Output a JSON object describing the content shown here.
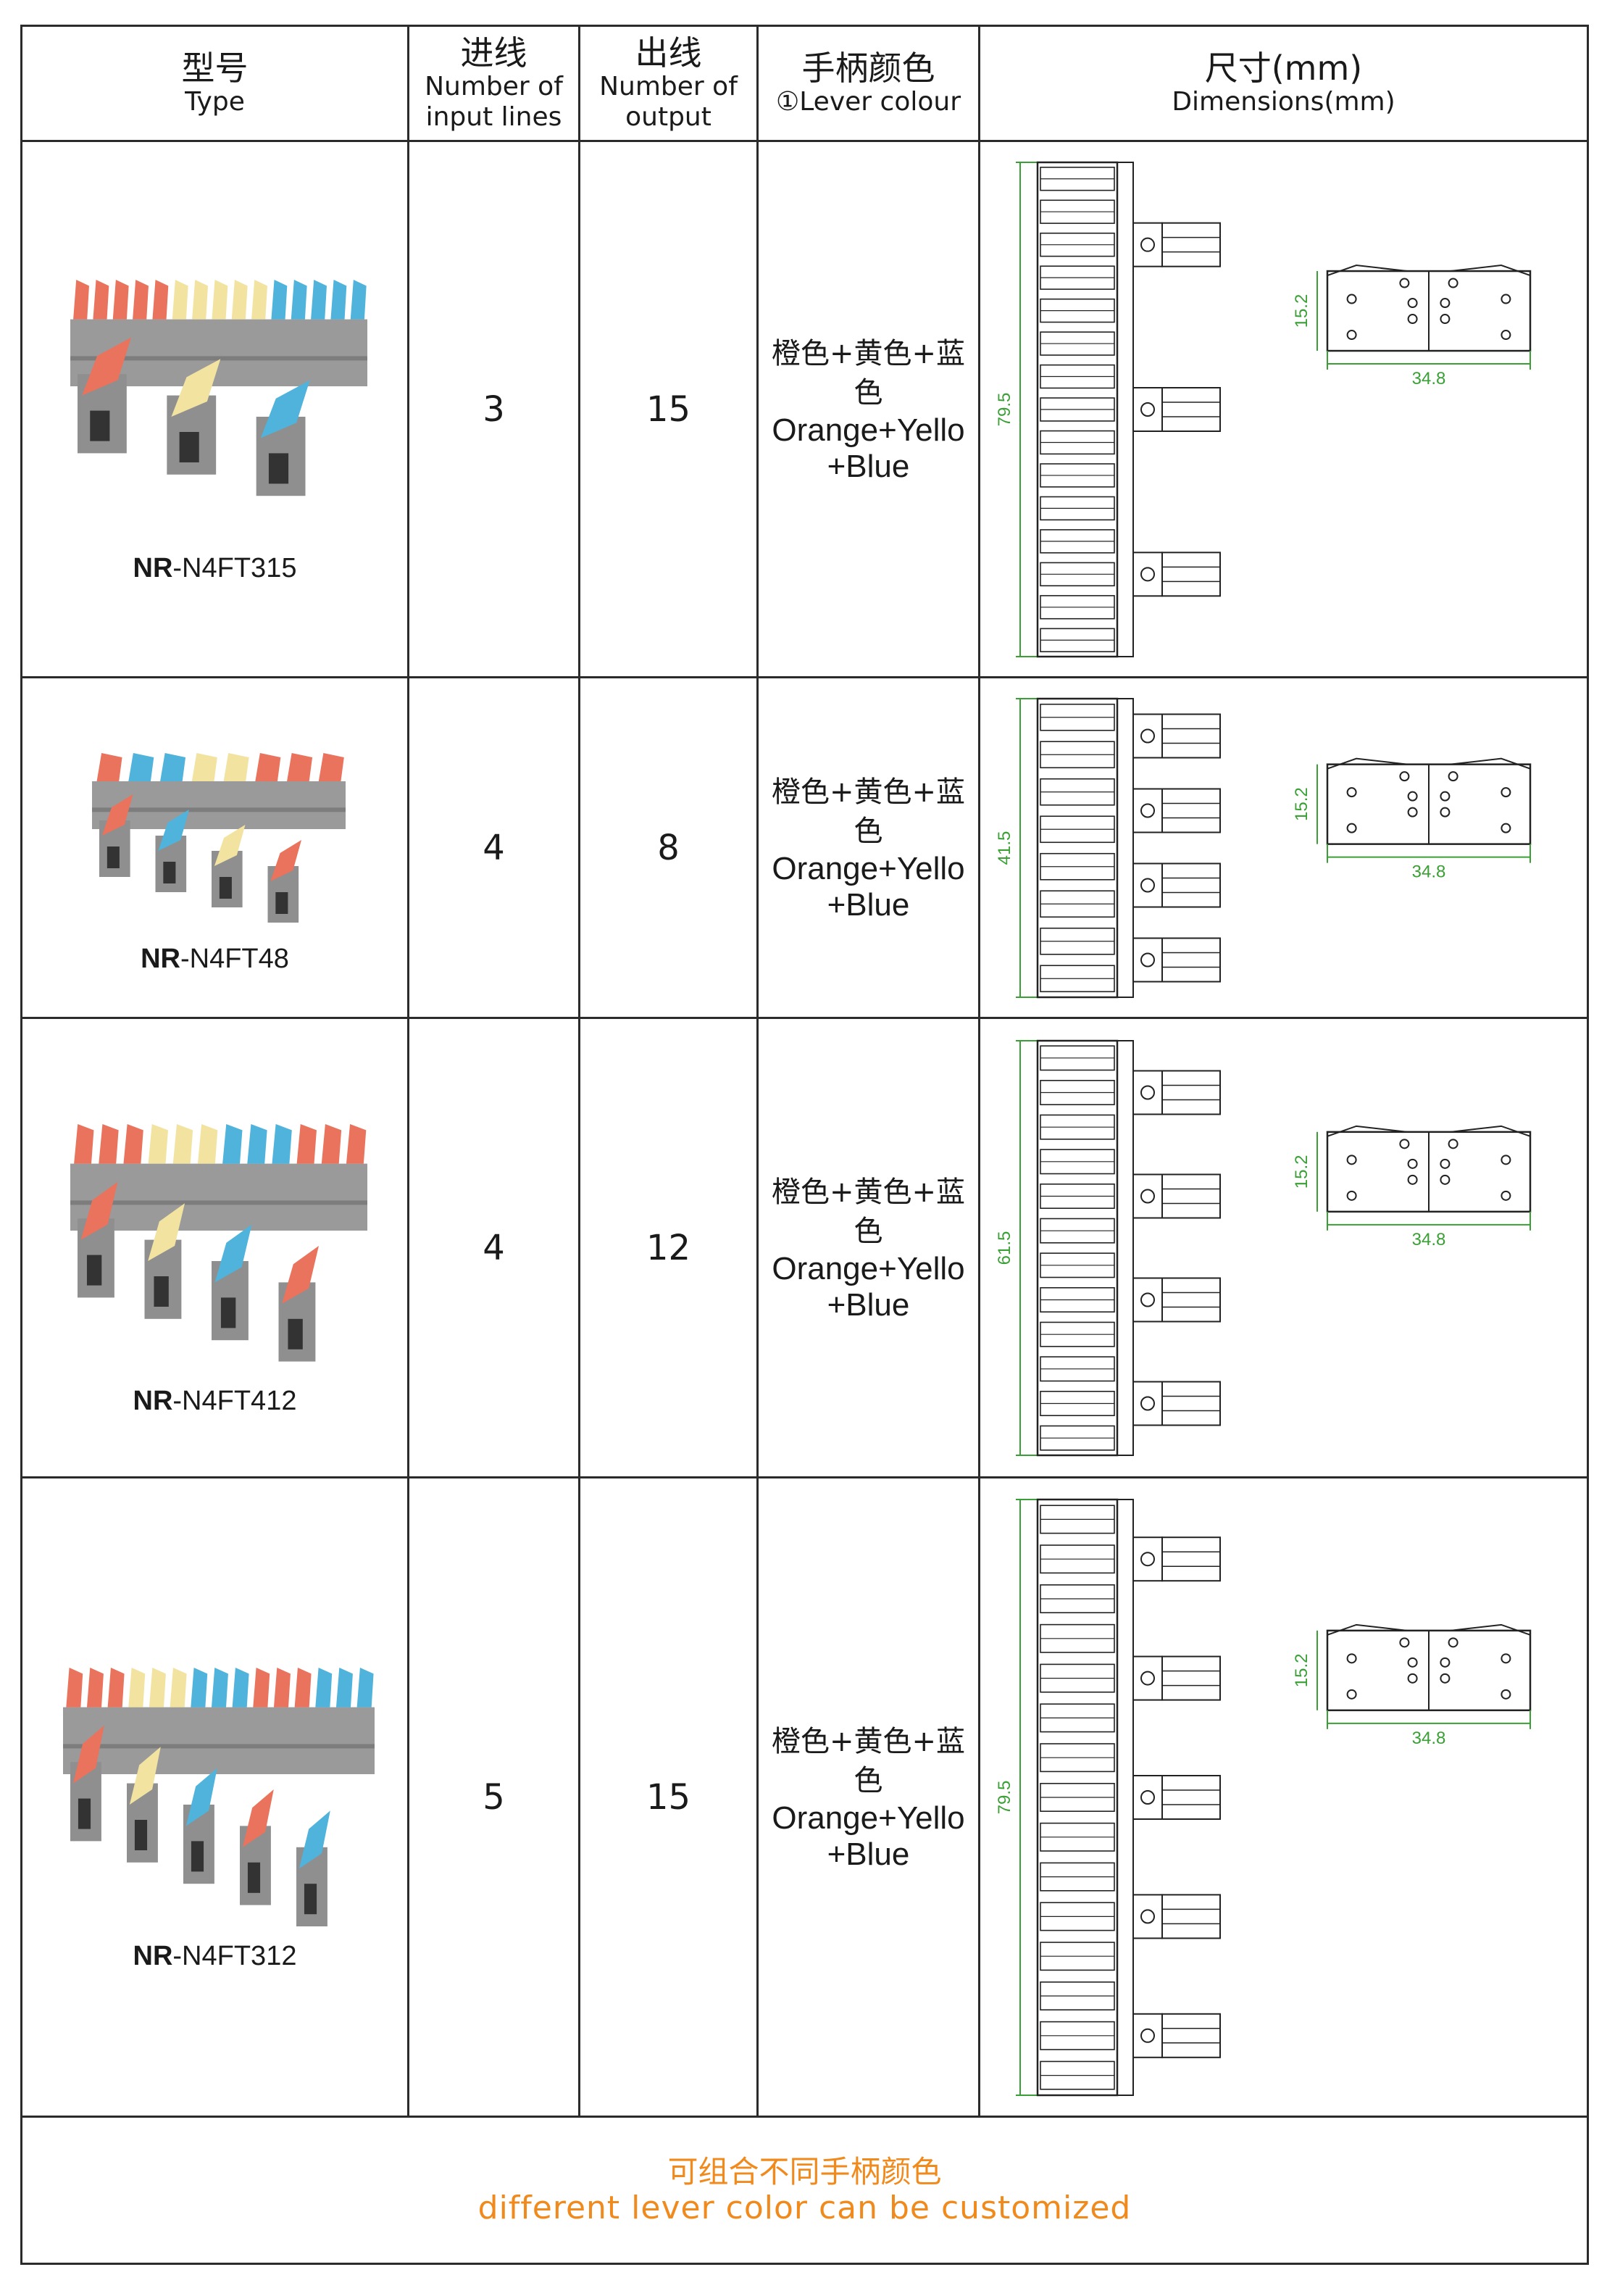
{
  "header": {
    "type_cn": "型号",
    "type_en": "Type",
    "input_cn": "进线",
    "input_en1": "Number of",
    "input_en2": "input lines",
    "output_cn": "出线",
    "output_en1": "Number of",
    "output_en2": "output",
    "lever_cn": "手柄颜色",
    "lever_en": "①Lever colour",
    "dim_cn": "尺寸(mm)",
    "dim_en": "Dimensions(mm)"
  },
  "rows": [
    {
      "model_prefix": "NR",
      "model_suffix": "-N4FT315",
      "inputs": "3",
      "outputs": "15",
      "lever_cn": "橙色+黄色+蓝色",
      "lever_en1": "Orange+Yello",
      "lever_en2": "+Blue",
      "dim_length": "79.5",
      "dim_height": "15.2",
      "dim_width": "34.8",
      "lever_colors": [
        "#e9735d",
        "#f2e3a1",
        "#4fb3dc"
      ]
    },
    {
      "model_prefix": "NR",
      "model_suffix": "-N4FT48",
      "inputs": "4",
      "outputs": "8",
      "lever_cn": "橙色+黄色+蓝色",
      "lever_en1": "Orange+Yello",
      "lever_en2": "+Blue",
      "dim_length": "41.5",
      "dim_height": "15.2",
      "dim_width": "34.8",
      "lever_colors": [
        "#e9735d",
        "#f2e3a1",
        "#4fb3dc"
      ]
    },
    {
      "model_prefix": "NR",
      "model_suffix": "-N4FT412",
      "inputs": "4",
      "outputs": "12",
      "lever_cn": "橙色+黄色+蓝色",
      "lever_en1": "Orange+Yello",
      "lever_en2": "+Blue",
      "dim_length": "61.5",
      "dim_height": "15.2",
      "dim_width": "34.8",
      "lever_colors": [
        "#e9735d",
        "#f2e3a1",
        "#4fb3dc"
      ]
    },
    {
      "model_prefix": "NR",
      "model_suffix": "-N4FT312",
      "inputs": "5",
      "outputs": "15",
      "lever_cn": "橙色+黄色+蓝色",
      "lever_en1": "Orange+Yello",
      "lever_en2": "+Blue",
      "dim_length": "79.5",
      "dim_height": "15.2",
      "dim_width": "34.8",
      "lever_colors": [
        "#e9735d",
        "#f2e3a1",
        "#4fb3dc"
      ]
    }
  ],
  "footer": {
    "cn": "可组合不同手柄颜色",
    "en": "different lever color can be customized"
  },
  "colors": {
    "dimension_green": "#3aa035",
    "footer_orange": "#f08a1c",
    "housing_gray": "#9a9a9a"
  }
}
